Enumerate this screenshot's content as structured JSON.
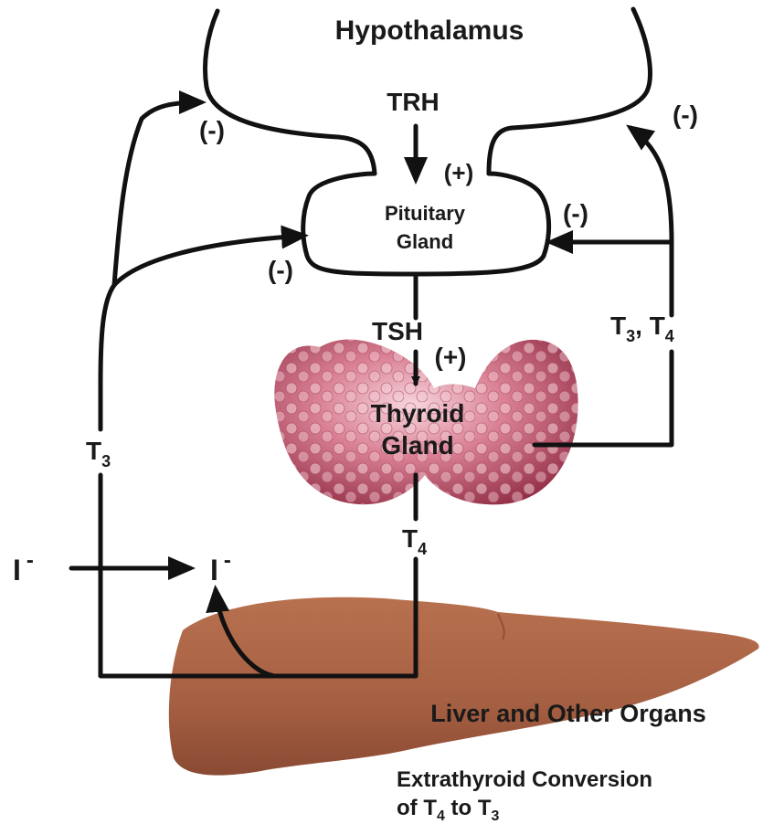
{
  "labels": {
    "hypothalamus": "Hypothalamus",
    "trh": "TRH",
    "plus_trh": "(+)",
    "pituitary_line1": "Pituitary",
    "pituitary_line2": "Gland",
    "minus_left_top": "(-)",
    "minus_left_pit": "(-)",
    "minus_right_top": "(-)",
    "minus_right_pit": "(-)",
    "tsh": "TSH",
    "plus_tsh": "(+)",
    "thyroid_line1": "Thyroid",
    "thyroid_line2": "Gland",
    "t3_t4": {
      "a": "T",
      "a_sub": "3",
      "comma": ", ",
      "b": "T",
      "b_sub": "4"
    },
    "t3_left": {
      "t": "T",
      "sub": "3"
    },
    "t4_mid": {
      "t": "T",
      "sub": "4"
    },
    "iodide_left": {
      "i": "I",
      "sup": "-"
    },
    "iodide_right": {
      "i": "I",
      "sup": "-"
    },
    "liver": "Liver and Other Organs",
    "conversion_line1": "Extrathyroid Conversion",
    "conversion_line2": {
      "pre": "of T",
      "sub1": "4",
      "mid": " to T",
      "sub2": "3"
    }
  },
  "colors": {
    "liver": "#b0674a",
    "liver_dark": "#8a4a33",
    "thyroid": "#c2506a",
    "thyroid_light": "#efc3cc",
    "line": "#111111"
  },
  "icons": {
    "thyroid": "thyroid-gland-illustration",
    "liver": "liver-illustration"
  }
}
